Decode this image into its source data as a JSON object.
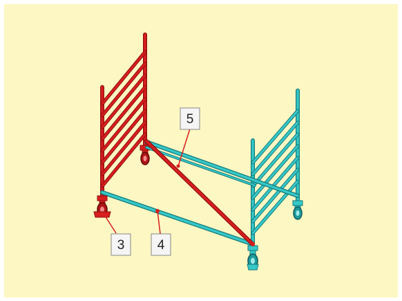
{
  "colors": {
    "background": "#fdf7c3",
    "frame": "#ffffff",
    "red_part": "#d81e1e",
    "red_dark": "#8e1010",
    "cyan_part": "#36c8c8",
    "cyan_dark": "#147a7a",
    "label_box": "#f5f5f5",
    "label_border": "#888888"
  },
  "callouts": [
    {
      "id": "3",
      "text": "3"
    },
    {
      "id": "4",
      "text": "4"
    },
    {
      "id": "5",
      "text": "5"
    }
  ]
}
